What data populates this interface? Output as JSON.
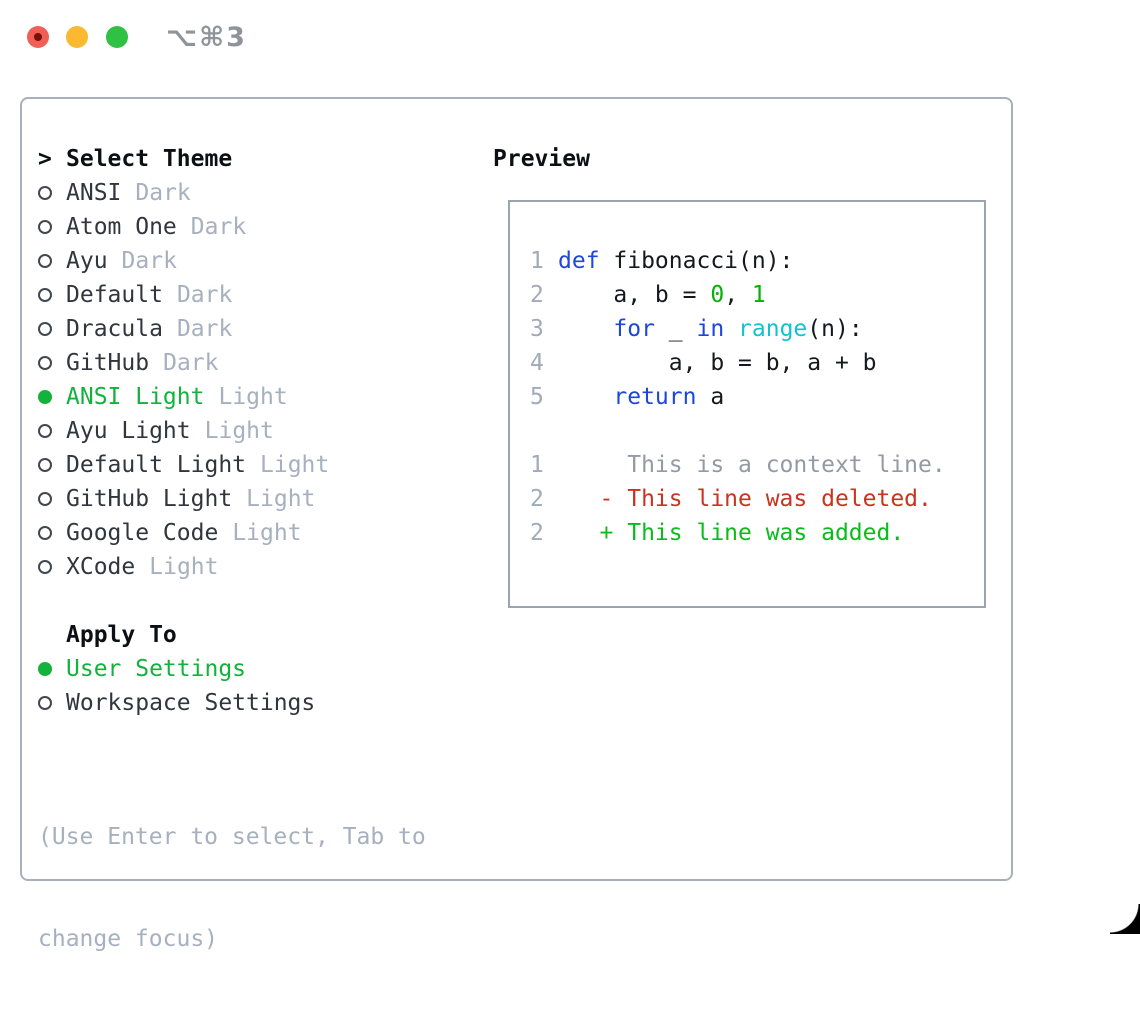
{
  "titlebar": {
    "shortcut": "⌥⌘3"
  },
  "colors": {
    "titlebar_red": "#f05f57",
    "titlebar_red_dot": "#7c0f06",
    "titlebar_yellow": "#fbb831",
    "titlebar_green": "#2fc143",
    "title_text": "#8f949b",
    "window_border": "#a9b0ba",
    "preview_border": "#9aa5b1",
    "accent_green": "#13b23c",
    "muted": "#a6b0bf",
    "text": "#30363d",
    "heading": "#0c0f13",
    "gutter": "#a0aab9"
  },
  "sidebar": {
    "prompt": ">",
    "title": "Select Theme",
    "themes": [
      {
        "name": "ANSI",
        "tag": "Dark",
        "selected": false
      },
      {
        "name": "Atom One",
        "tag": "Dark",
        "selected": false
      },
      {
        "name": "Ayu",
        "tag": "Dark",
        "selected": false
      },
      {
        "name": "Default",
        "tag": "Dark",
        "selected": false
      },
      {
        "name": "Dracula",
        "tag": "Dark",
        "selected": false
      },
      {
        "name": "GitHub",
        "tag": "Dark",
        "selected": false
      },
      {
        "name": "ANSI Light",
        "tag": "Light",
        "selected": true
      },
      {
        "name": "Ayu Light",
        "tag": "Light",
        "selected": false
      },
      {
        "name": "Default Light",
        "tag": "Light",
        "selected": false
      },
      {
        "name": "GitHub Light",
        "tag": "Light",
        "selected": false
      },
      {
        "name": "Google Code",
        "tag": "Light",
        "selected": false
      },
      {
        "name": "XCode",
        "tag": "Light",
        "selected": false
      }
    ],
    "apply_title": "Apply To",
    "apply_options": [
      {
        "label": "User Settings",
        "selected": true
      },
      {
        "label": "Workspace Settings",
        "selected": false
      }
    ],
    "footer": [
      "(Use Enter to select, Tab to",
      "change focus)"
    ]
  },
  "preview": {
    "title": "Preview",
    "palette": {
      "keyword": "#1d46dd",
      "builtin": "#10c3d2",
      "number": "#06b006",
      "plain": "#15191e",
      "context": "#949aa3",
      "deleted": "#c9331f",
      "added": "#0abc1c"
    },
    "lines": [
      {
        "num": "1",
        "tokens": [
          {
            "t": "def",
            "c": "keyword"
          },
          {
            "t": " fibonacci(n):",
            "c": "plain"
          }
        ]
      },
      {
        "num": "2",
        "tokens": [
          {
            "t": "    a, b = ",
            "c": "plain"
          },
          {
            "t": "0",
            "c": "number"
          },
          {
            "t": ", ",
            "c": "plain"
          },
          {
            "t": "1",
            "c": "number"
          }
        ]
      },
      {
        "num": "3",
        "tokens": [
          {
            "t": "    ",
            "c": "plain"
          },
          {
            "t": "for",
            "c": "keyword"
          },
          {
            "t": " _ ",
            "c": "plain"
          },
          {
            "t": "in",
            "c": "keyword"
          },
          {
            "t": " ",
            "c": "plain"
          },
          {
            "t": "range",
            "c": "builtin"
          },
          {
            "t": "(n):",
            "c": "plain"
          }
        ]
      },
      {
        "num": "4",
        "tokens": [
          {
            "t": "        a, b = b, a + b",
            "c": "plain"
          }
        ]
      },
      {
        "num": "5",
        "tokens": [
          {
            "t": "    ",
            "c": "plain"
          },
          {
            "t": "return",
            "c": "keyword"
          },
          {
            "t": " a",
            "c": "plain"
          }
        ]
      },
      {
        "num": "",
        "tokens": []
      },
      {
        "num": "1",
        "tokens": [
          {
            "t": "     This is a context line.",
            "c": "context"
          }
        ]
      },
      {
        "num": "2",
        "tokens": [
          {
            "t": "   - This line was deleted.",
            "c": "deleted"
          }
        ]
      },
      {
        "num": "2",
        "tokens": [
          {
            "t": "   + This line was added.",
            "c": "added"
          }
        ]
      }
    ]
  }
}
